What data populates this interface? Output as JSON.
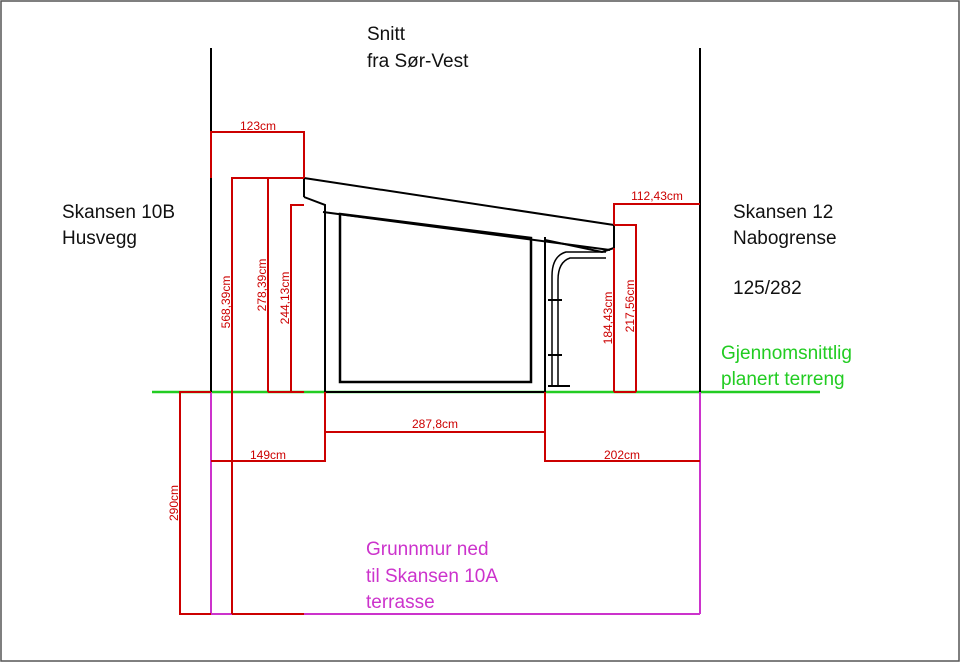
{
  "title": {
    "line1": "Snitt",
    "line2": "fra Sør-Vest"
  },
  "left_label": {
    "line1": "Skansen 10B",
    "line2": "Husvegg"
  },
  "right_label": {
    "line1": "Skansen 12",
    "line2": "Nabogrense",
    "line3": "125/282"
  },
  "terrain_label": {
    "line1": "Gjennomsnittlig",
    "line2": "planert terreng"
  },
  "foundation_label": {
    "line1": "Grunnmur ned",
    "line2": "til Skansen 10A",
    "line3": "terrasse"
  },
  "dimensions": {
    "top_left_width": "123cm",
    "top_right_width": "112,43cm",
    "total_height": "568,39cm",
    "left_wall_height": "278,39cm",
    "left_inner_height": "244,13cm",
    "right_inner_height": "184,43cm",
    "right_wall_height": "217,56cm",
    "middle_width": "287,8cm",
    "left_base_width": "149cm",
    "right_base_width": "202cm",
    "foundation_depth": "290cm"
  },
  "colors": {
    "structure": "#000000",
    "dimension": "#cc0000",
    "terrain": "#22cc22",
    "foundation": "#cc33cc",
    "border": "#555555"
  }
}
